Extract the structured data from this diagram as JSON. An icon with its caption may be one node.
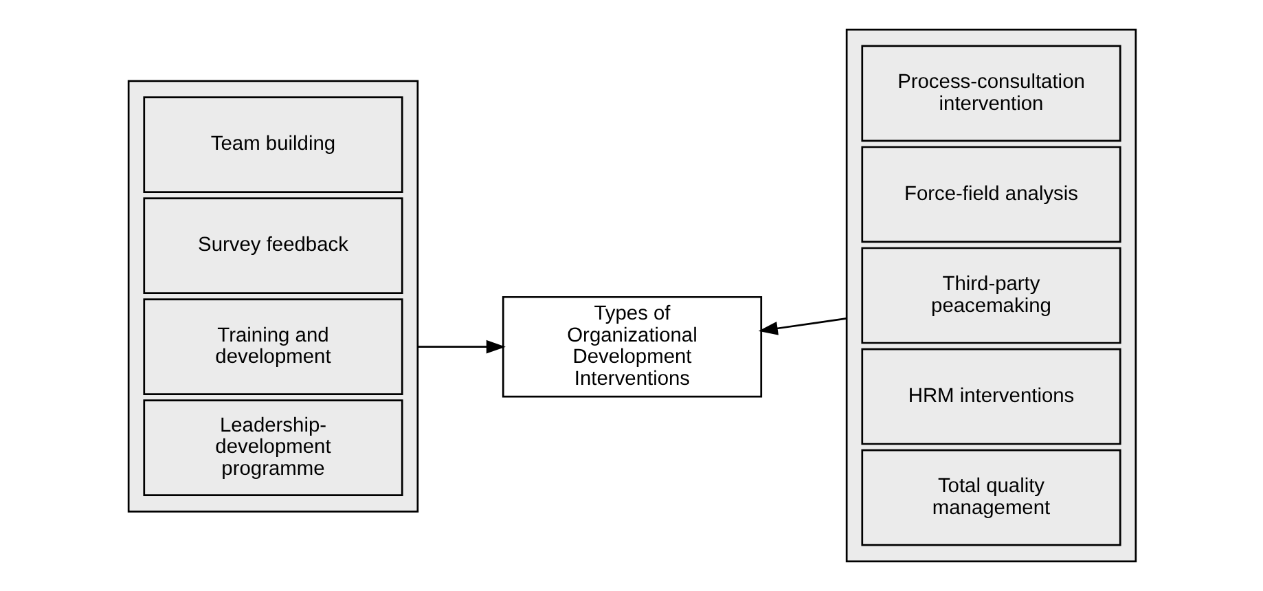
{
  "diagram": {
    "nodes": [
      {
        "text": [],
        "shape": "box"
      },
      {
        "text": [
          "Team building"
        ],
        "in": 0
      },
      {
        "text": [
          "Survey feedback"
        ],
        "in": 0
      },
      {
        "text": [
          "Training and development"
        ],
        "in": 0
      },
      {
        "text": [
          "Leadership-development programme"
        ],
        "in": 0
      },
      {
        "text": [
          "Types of Organizational Development Interventions"
        ]
      },
      {
        "text": [],
        "shape": "box"
      },
      {
        "text": [
          "Process-consultation intervention"
        ],
        "in": 6
      },
      {
        "text": [
          "Force-field analysis"
        ],
        "in": 6
      },
      {
        "text": [
          "Third-party peacemaking"
        ],
        "in": 6
      },
      {
        "text": [
          "HRM interventions"
        ],
        "in": 6
      },
      {
        "text": [
          "Total quality management"
        ],
        "in": 6
      }
    ],
    "edges": [
      {
        "from": 0,
        "to": 5,
        "arrow": "to"
      },
      {
        "from": 6,
        "to": 5,
        "arrow": "to"
      }
    ]
  }
}
